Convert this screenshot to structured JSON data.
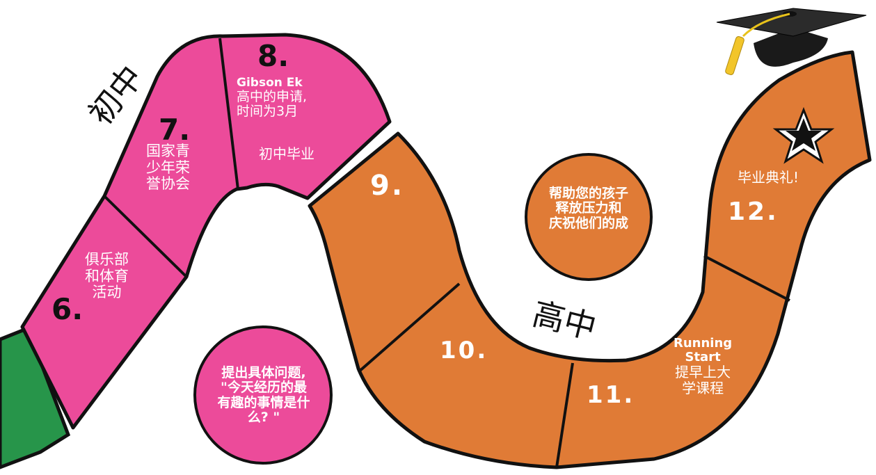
{
  "colors": {
    "pink": "#ec4b9a",
    "orange": "#e07b36",
    "green": "#27954a",
    "outline": "#111111"
  },
  "sections": {
    "middle_school": "初中",
    "high_school": "高中"
  },
  "steps": {
    "s6": {
      "number": "6.",
      "text_lines": [
        "俱乐部",
        "和体育",
        "活动"
      ]
    },
    "s7": {
      "number": "7.",
      "text_lines": [
        "国家青",
        "少年荣",
        "誉协会"
      ]
    },
    "s8": {
      "number": "8.",
      "title": "Gibson Ek",
      "text_lines": [
        "高中的申请,",
        "时间为3月"
      ],
      "extra": "初中毕业"
    },
    "s9": {
      "number": "9."
    },
    "s10": {
      "number": "10."
    },
    "s11": {
      "number": "11.",
      "title_lines": [
        "Running",
        "Start"
      ],
      "text_lines": [
        "提早上大",
        "学课程"
      ]
    },
    "s12": {
      "number": "12.",
      "text": "毕业典礼!"
    }
  },
  "bubbles": {
    "pink": [
      "提出具体问题,",
      "\"今天经历的最",
      "有趣的事情是什",
      "么? \""
    ],
    "orange": [
      "帮助您的孩子",
      "释放压力和",
      "庆祝他们的成"
    ]
  },
  "icons": {
    "grad_cap": "graduation-cap-icon",
    "star": "star-icon"
  }
}
